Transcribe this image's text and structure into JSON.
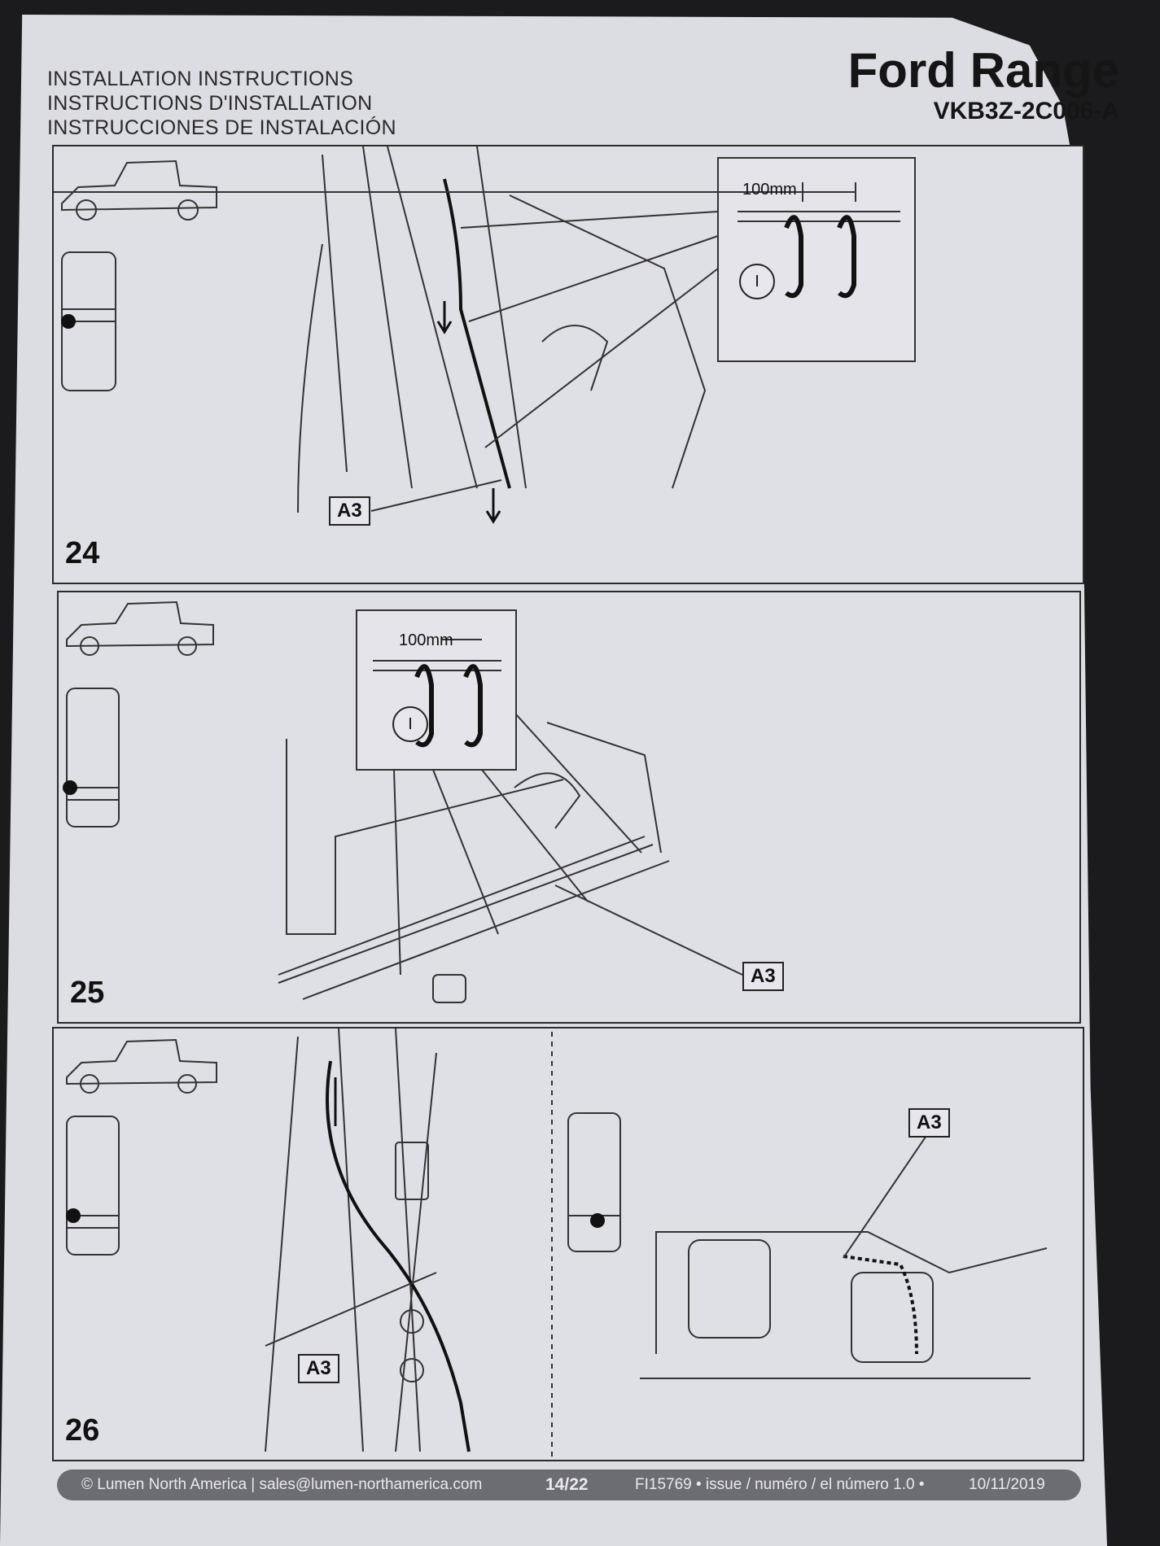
{
  "header": {
    "lines": [
      "INSTALLATION INSTRUCTIONS",
      "INSTRUCTIONS D'INSTALLATION",
      "INSTRUCCIONES DE INSTALACIÓN"
    ],
    "brand": "Ford Range",
    "part_number": "VKB3Z-2C006-A"
  },
  "steps": [
    {
      "number": "24",
      "label": "A3",
      "dimension": "100mm",
      "callout": "I"
    },
    {
      "number": "25",
      "label": "A3",
      "dimension": "100mm",
      "callout": "I"
    },
    {
      "number": "26",
      "label_left": "A3",
      "label_right": "A3"
    }
  ],
  "footer": {
    "company": "© Lumen North America  |  sales@lumen-northamerica.com",
    "page": "14/22",
    "doc": "FI15769 • issue / numéro / el número 1.0 •",
    "date": "10/11/2019"
  },
  "colors": {
    "paper": "#dcdce3",
    "ink": "#1a1a1a",
    "footer": "#6c6c73"
  }
}
